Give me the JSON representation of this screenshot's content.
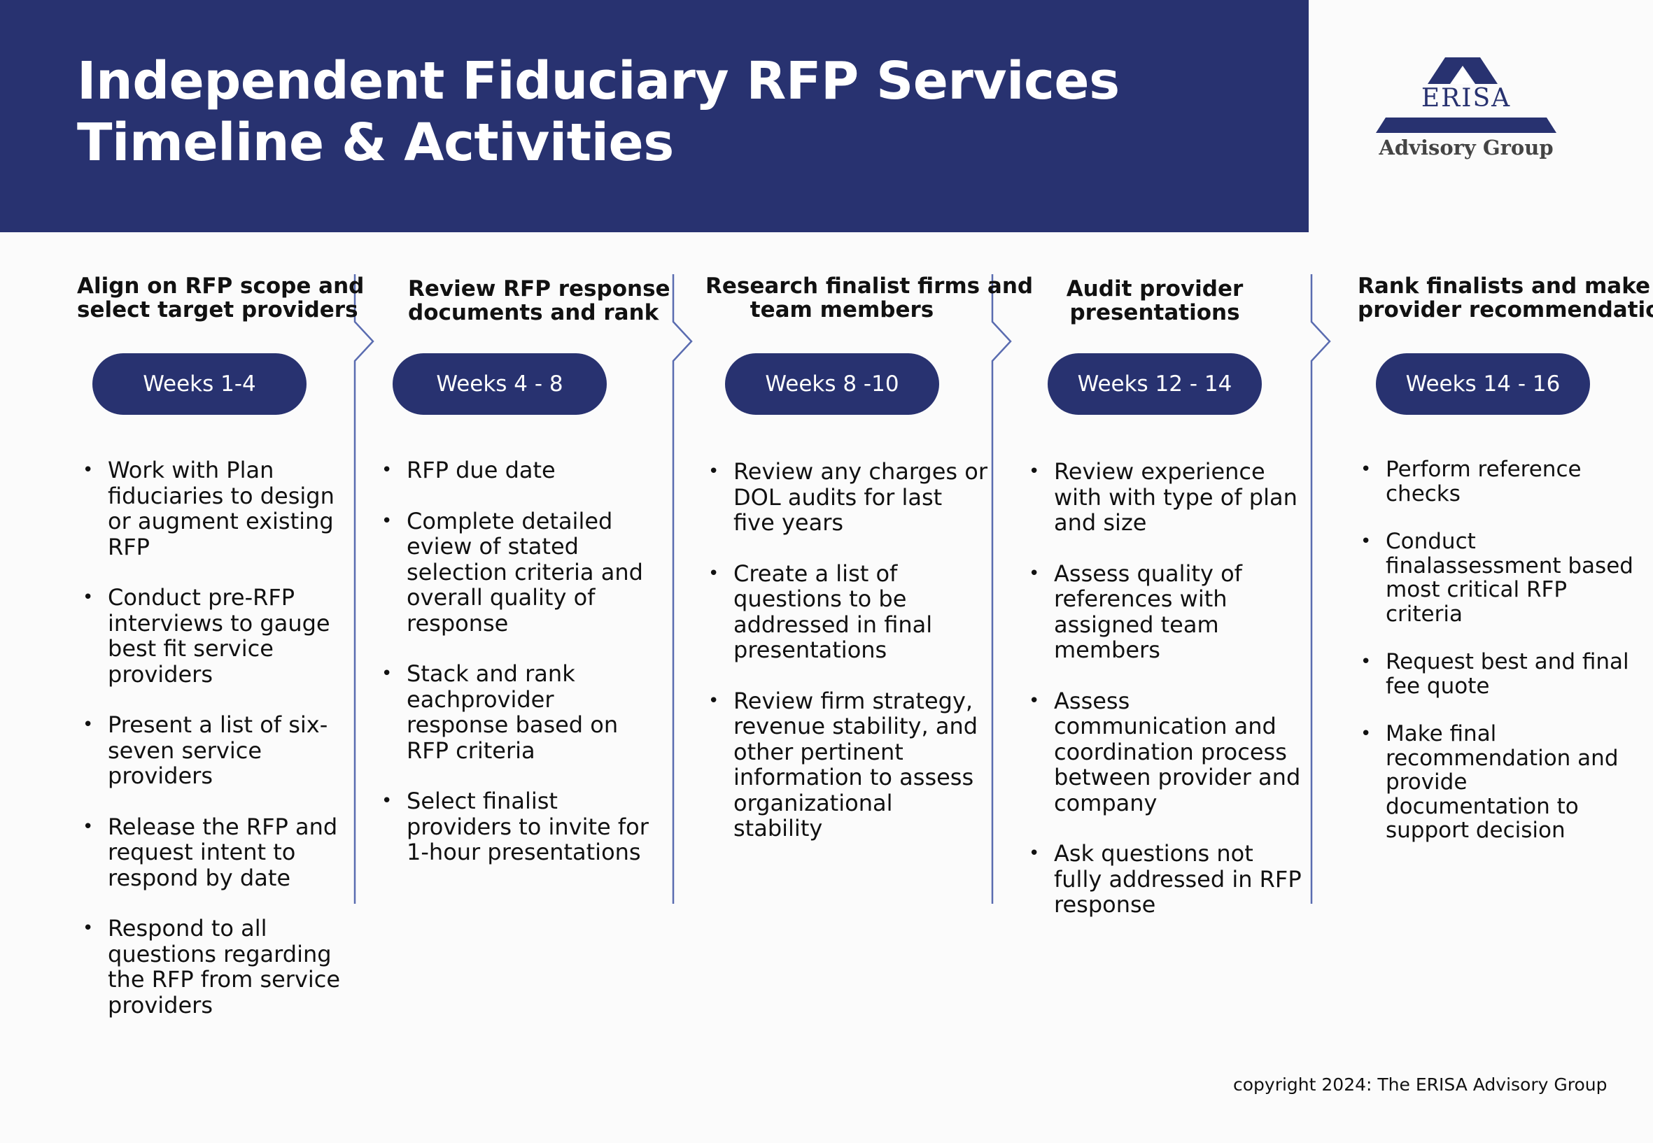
{
  "header": {
    "title_line1": "Independent Fiduciary RFP Services",
    "title_line2": "Timeline & Activities"
  },
  "logo": {
    "name": "ERISA",
    "subtitle": "Advisory Group"
  },
  "columns": [
    {
      "heading": [
        "Align on RFP scope and",
        "select target providers"
      ],
      "weeks": "Weeks 1-4",
      "bullets": [
        "Work with Plan fiduciaries to design or augment existing RFP",
        "Conduct pre-RFP interviews to gauge best fit service providers",
        "Present a list of six-seven service providers",
        "Release the RFP and request intent to respond  by date",
        "Respond to all questions regarding the RFP from service providers"
      ]
    },
    {
      "heading": [
        "Review RFP response",
        "documents and rank"
      ],
      "weeks": "Weeks 4 - 8",
      "bullets": [
        "RFP due date",
        "Complete detailed eview of stated selection criteria and overall quality of response",
        "Stack and rank eachprovider response based  on RFP criteria",
        "Select finalist providers to invite for 1-hour presentations"
      ]
    },
    {
      "heading": [
        "Research finalist firms and",
        "team members"
      ],
      "weeks": "Weeks 8 -10",
      "bullets": [
        "Review any charges or DOL audits for last five years",
        "Create a list of questions to be addressed in final presentations",
        "Review firm strategy, revenue stability, and other pertinent information to assess organizational stability"
      ]
    },
    {
      "heading": [
        "Audit provider",
        "presentations"
      ],
      "weeks": "Weeks 12 - 14",
      "bullets": [
        "Review experience with with type of plan and size",
        "Assess quality of references with assigned team members",
        "Assess communication and coordination process between provider and company",
        "Ask questions not fully addressed in RFP response"
      ]
    },
    {
      "heading": [
        "Rank finalists and make",
        "provider recommendation"
      ],
      "weeks": "Weeks 14 - 16",
      "bullets": [
        "Perform reference checks",
        "Conduct finalassessment based most critical RFP criteria",
        "Request best and final fee quote",
        "Make final recommendation and provide documentation to support decision"
      ]
    }
  ],
  "footer": {
    "copyright": "copyright 2024: The ERISA Advisory Group"
  },
  "colors": {
    "brand_navy": "#283270",
    "divider": "#5a6cb0",
    "background": "#fbfbfb"
  },
  "icons": {
    "logo_roof": "house-roof-icon"
  }
}
